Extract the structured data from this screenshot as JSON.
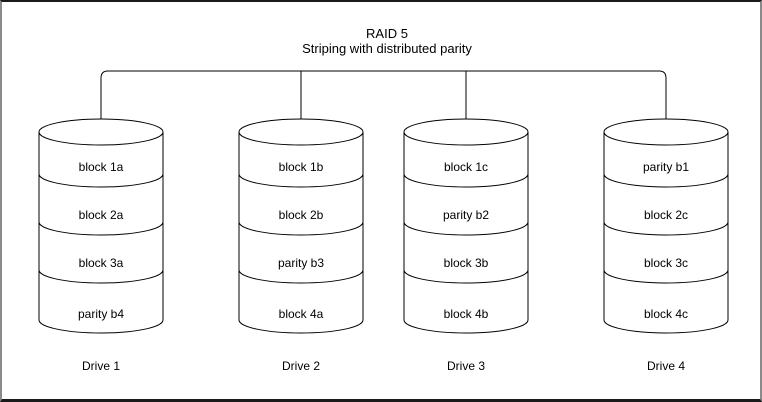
{
  "title": "RAID 5",
  "subtitle": "Striping with distributed parity",
  "drives": [
    {
      "name": "Drive 1",
      "blocks": [
        "block 1a",
        "block 2a",
        "block 3a",
        "parity b4"
      ]
    },
    {
      "name": "Drive 2",
      "blocks": [
        "block 1b",
        "block 2b",
        "parity b3",
        "block 4a"
      ]
    },
    {
      "name": "Drive 3",
      "blocks": [
        "block 1c",
        "parity b2",
        "block 3b",
        "block 4b"
      ]
    },
    {
      "name": "Drive 4",
      "blocks": [
        "parity b1",
        "block 2c",
        "block 3c",
        "block 4c"
      ]
    }
  ],
  "colors": {
    "line": "#000000",
    "background": "#ffffff",
    "text": "#000000"
  }
}
